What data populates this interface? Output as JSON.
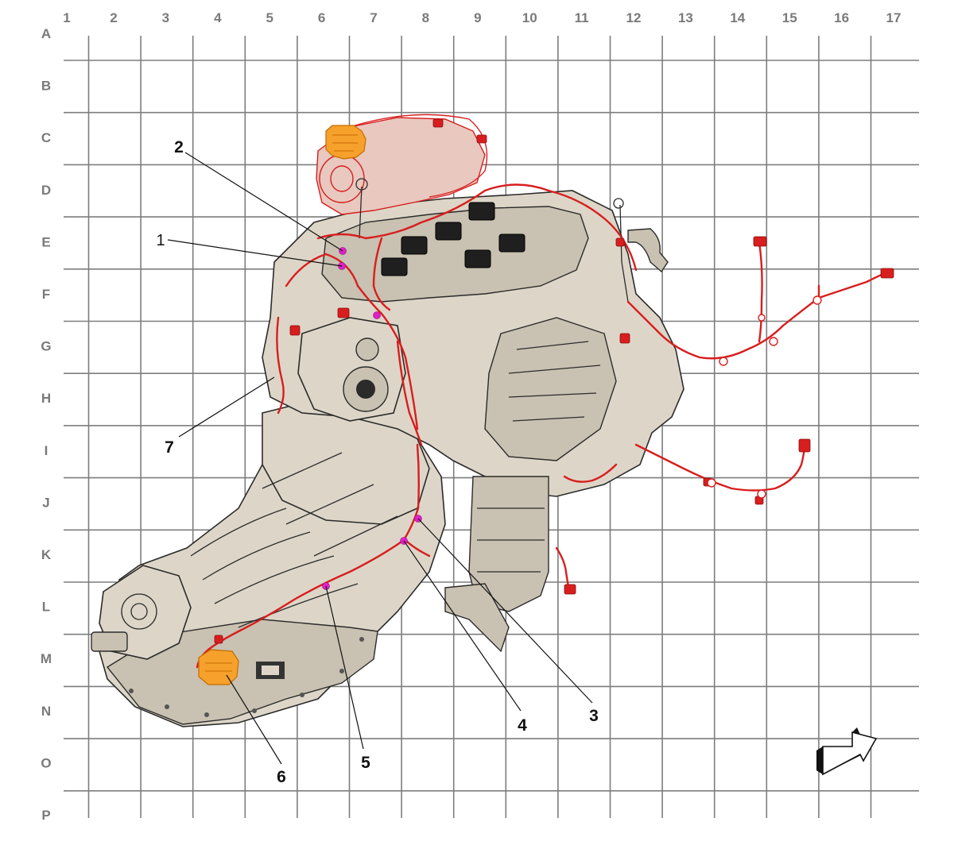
{
  "grid": {
    "columns": [
      "1",
      "2",
      "3",
      "4",
      "5",
      "6",
      "7",
      "8",
      "9",
      "10",
      "11",
      "12",
      "13",
      "14",
      "15",
      "16",
      "17"
    ],
    "rows": [
      "A",
      "B",
      "C",
      "D",
      "E",
      "F",
      "G",
      "H",
      "I",
      "J",
      "K",
      "L",
      "M",
      "N",
      "O",
      "P"
    ]
  },
  "callouts": [
    {
      "id": "1",
      "label": "1"
    },
    {
      "id": "2",
      "label": "2"
    },
    {
      "id": "3",
      "label": "3"
    },
    {
      "id": "4",
      "label": "4"
    },
    {
      "id": "5",
      "label": "5"
    },
    {
      "id": "6",
      "label": "6"
    },
    {
      "id": "7",
      "label": "7"
    }
  ],
  "colors": {
    "grid": "#7d7d7d",
    "label": "#7a7a7a",
    "harness": "#d81e1e",
    "highlight_component": "#f5a12b",
    "connector_marker": "#e020c8",
    "engine_body": "#ddd6c8"
  },
  "icons": [
    "direction-arrow-icon"
  ]
}
